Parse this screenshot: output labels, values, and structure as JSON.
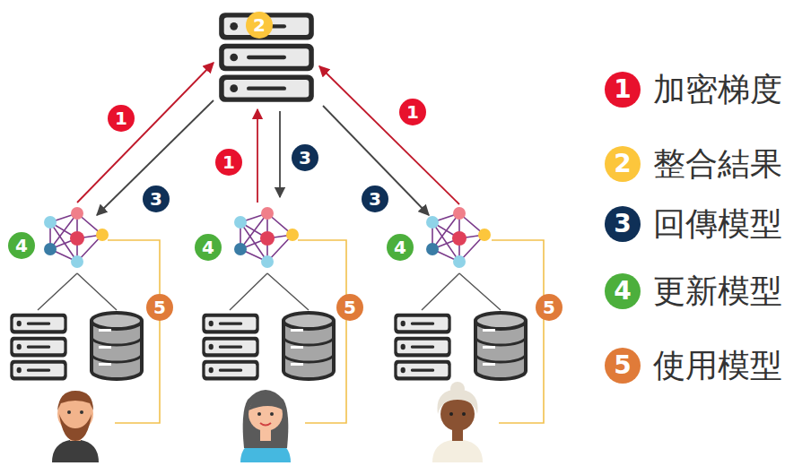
{
  "diagram": {
    "labels": [
      "2",
      "1",
      "1",
      "1",
      "3",
      "3",
      "3",
      "4",
      "5",
      "4",
      "5",
      "4",
      "5",
      "1",
      "2",
      "3",
      "4",
      "5"
    ],
    "legend": [
      {
        "text": "加密梯度",
        "color": "#e8112d"
      },
      {
        "text": "整合結果",
        "color": "#fcc63c"
      },
      {
        "text": "回傳模型",
        "color": "#0f3057"
      },
      {
        "text": "更新模型",
        "color": "#4caf3c"
      },
      {
        "text": "使用模型",
        "color": "#e07b39"
      }
    ]
  }
}
